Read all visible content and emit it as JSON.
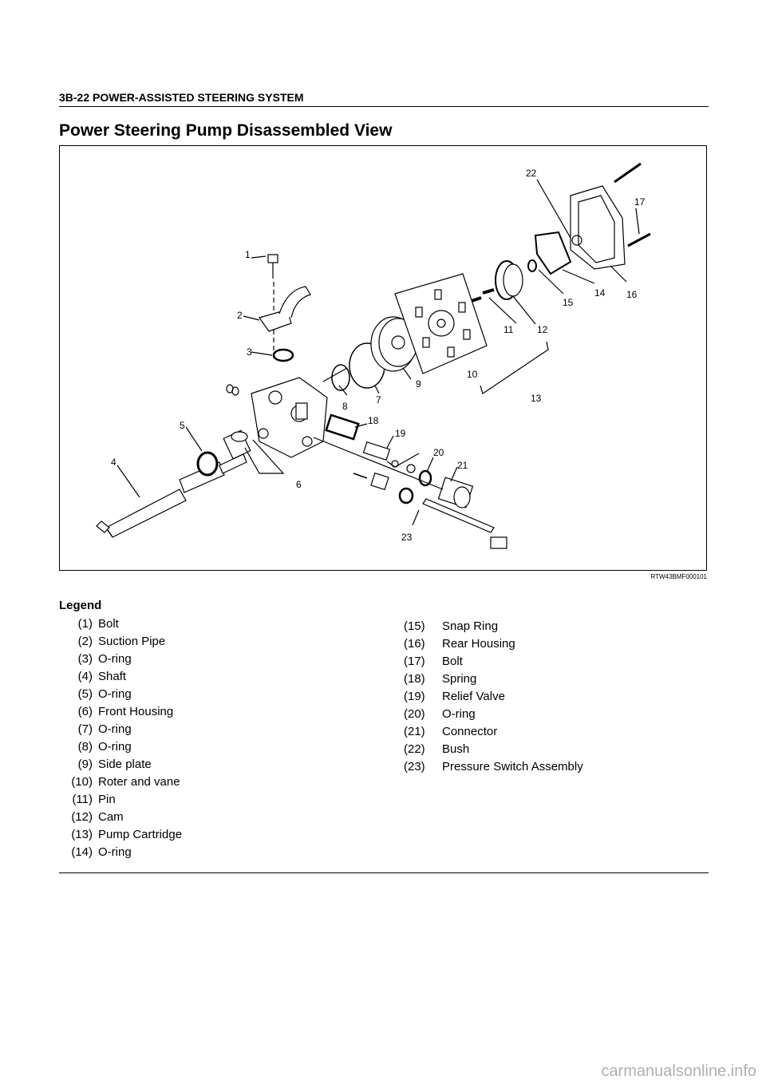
{
  "header": {
    "section": "3B-22 POWER-ASSISTED STEERING SYSTEM"
  },
  "page_title": "Power Steering Pump Disassembled View",
  "figure": {
    "code": "RTW43BMF000101",
    "callouts": [
      "1",
      "2",
      "3",
      "4",
      "5",
      "6",
      "7",
      "8",
      "9",
      "10",
      "11",
      "12",
      "13",
      "14",
      "15",
      "16",
      "17",
      "18",
      "19",
      "20",
      "21",
      "22",
      "23"
    ]
  },
  "legend": {
    "title": "Legend",
    "left": [
      {
        "num": "(1)",
        "label": "Bolt"
      },
      {
        "num": "(2)",
        "label": "Suction Pipe"
      },
      {
        "num": "(3)",
        "label": "O-ring"
      },
      {
        "num": "(4)",
        "label": "Shaft"
      },
      {
        "num": "(5)",
        "label": "O-ring"
      },
      {
        "num": "(6)",
        "label": "Front Housing"
      },
      {
        "num": "(7)",
        "label": "O-ring"
      },
      {
        "num": "(8)",
        "label": "O-ring"
      },
      {
        "num": "(9)",
        "label": "Side plate"
      },
      {
        "num": "(10)",
        "label": "Roter and vane"
      },
      {
        "num": "(11)",
        "label": "Pin"
      },
      {
        "num": "(12)",
        "label": "Cam"
      },
      {
        "num": "(13)",
        "label": "Pump Cartridge"
      },
      {
        "num": "(14)",
        "label": "O-ring"
      }
    ],
    "right": [
      {
        "num": "(15)",
        "label": "Snap Ring"
      },
      {
        "num": "(16)",
        "label": "Rear Housing"
      },
      {
        "num": "(17)",
        "label": "Bolt"
      },
      {
        "num": "(18)",
        "label": "Spring"
      },
      {
        "num": "(19)",
        "label": "Relief Valve"
      },
      {
        "num": "(20)",
        "label": "O-ring"
      },
      {
        "num": "(21)",
        "label": "Connector"
      },
      {
        "num": "(22)",
        "label": "Bush"
      },
      {
        "num": "(23)",
        "label": "Pressure Switch Assembly"
      }
    ]
  },
  "watermark": "carmanualsonline.info"
}
